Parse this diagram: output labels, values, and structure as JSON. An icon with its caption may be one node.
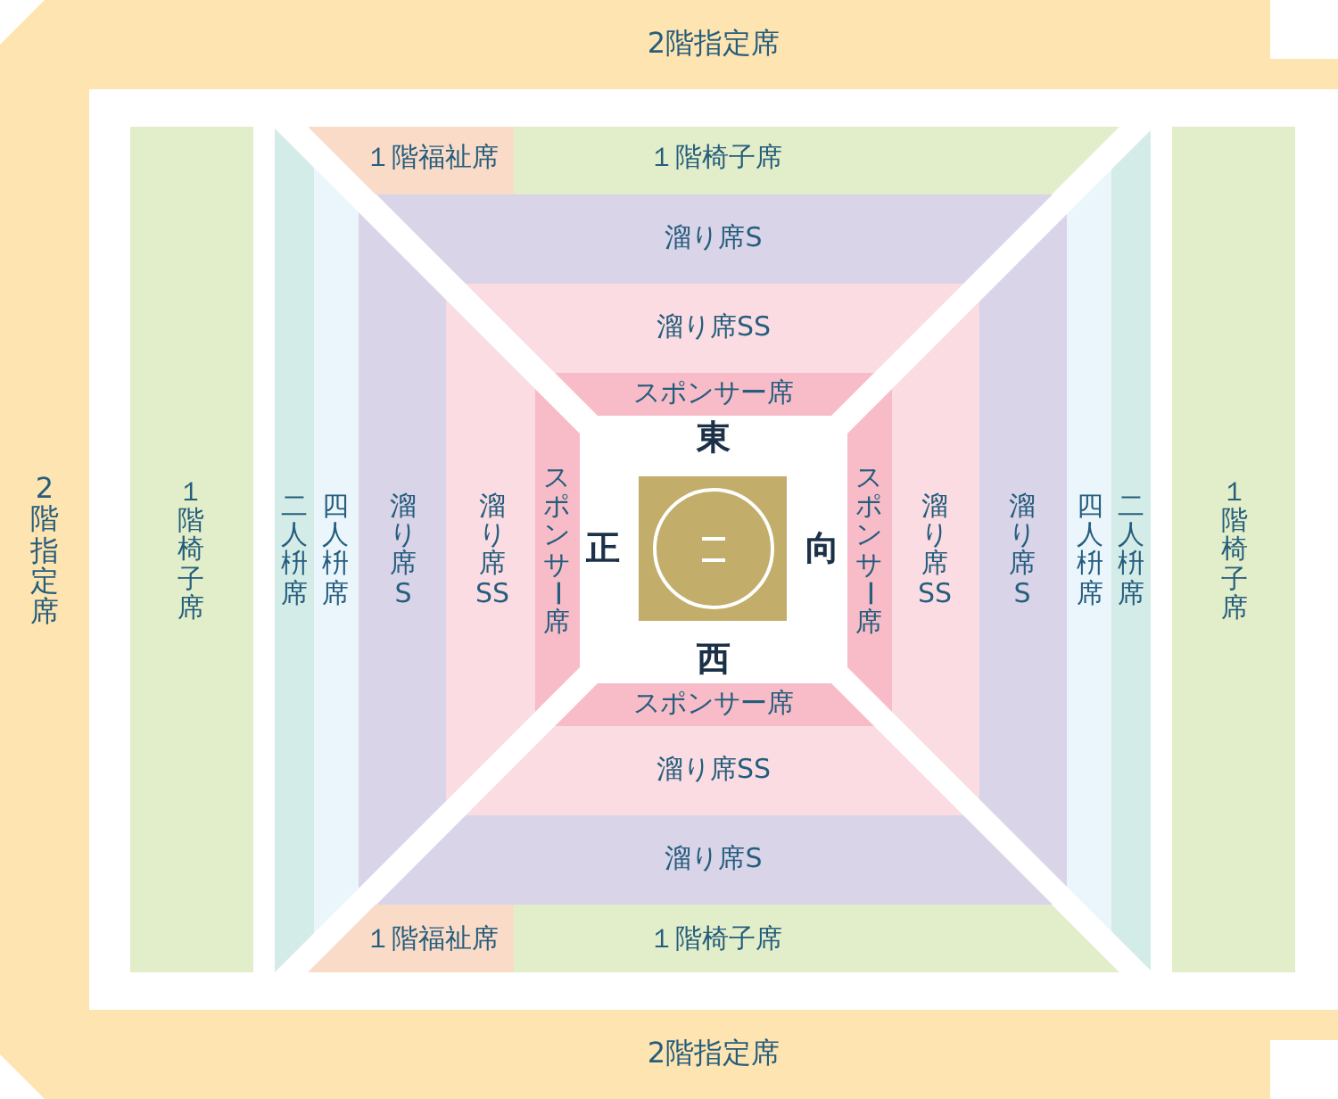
{
  "diagram": {
    "nodes": [
      {
        "text": [
          "2階指定席",
          "2階指定席",
          "2階指定席"
        ]
      },
      {
        "text": [
          "１階福祉席"
        ]
      },
      {
        "text": [
          "１階椅子席"
        ]
      },
      {
        "text": [
          "溜り席S"
        ]
      },
      {
        "text": [
          "溜り席SS"
        ]
      },
      {
        "text": [
          "スポンサー席"
        ]
      },
      {
        "text": [
          "１階椅子席"
        ]
      },
      {
        "text": [
          "二人枡席"
        ]
      },
      {
        "text": [
          "四人枡席"
        ]
      },
      {
        "text": [
          "溜り席S"
        ]
      },
      {
        "text": [
          "溜り席SS"
        ]
      },
      {
        "text": [
          "スポンサー席"
        ]
      },
      {
        "text": [
          "スポンサー席"
        ]
      },
      {
        "text": [
          "溜り席SS"
        ]
      },
      {
        "text": [
          "溜り席S"
        ]
      },
      {
        "text": [
          "四人枡席"
        ]
      },
      {
        "text": [
          "二人枡席"
        ]
      },
      {
        "text": [
          "１階椅子席"
        ]
      },
      {
        "text": [
          "スポンサー席"
        ]
      },
      {
        "text": [
          "溜り席SS"
        ]
      },
      {
        "text": [
          "溜り席S"
        ]
      },
      {
        "text": [
          "１階福祉席"
        ]
      },
      {
        "text": [
          "１階椅子席"
        ]
      }
    ],
    "labels": [
      "東",
      "正",
      "向",
      "西"
    ]
  }
}
